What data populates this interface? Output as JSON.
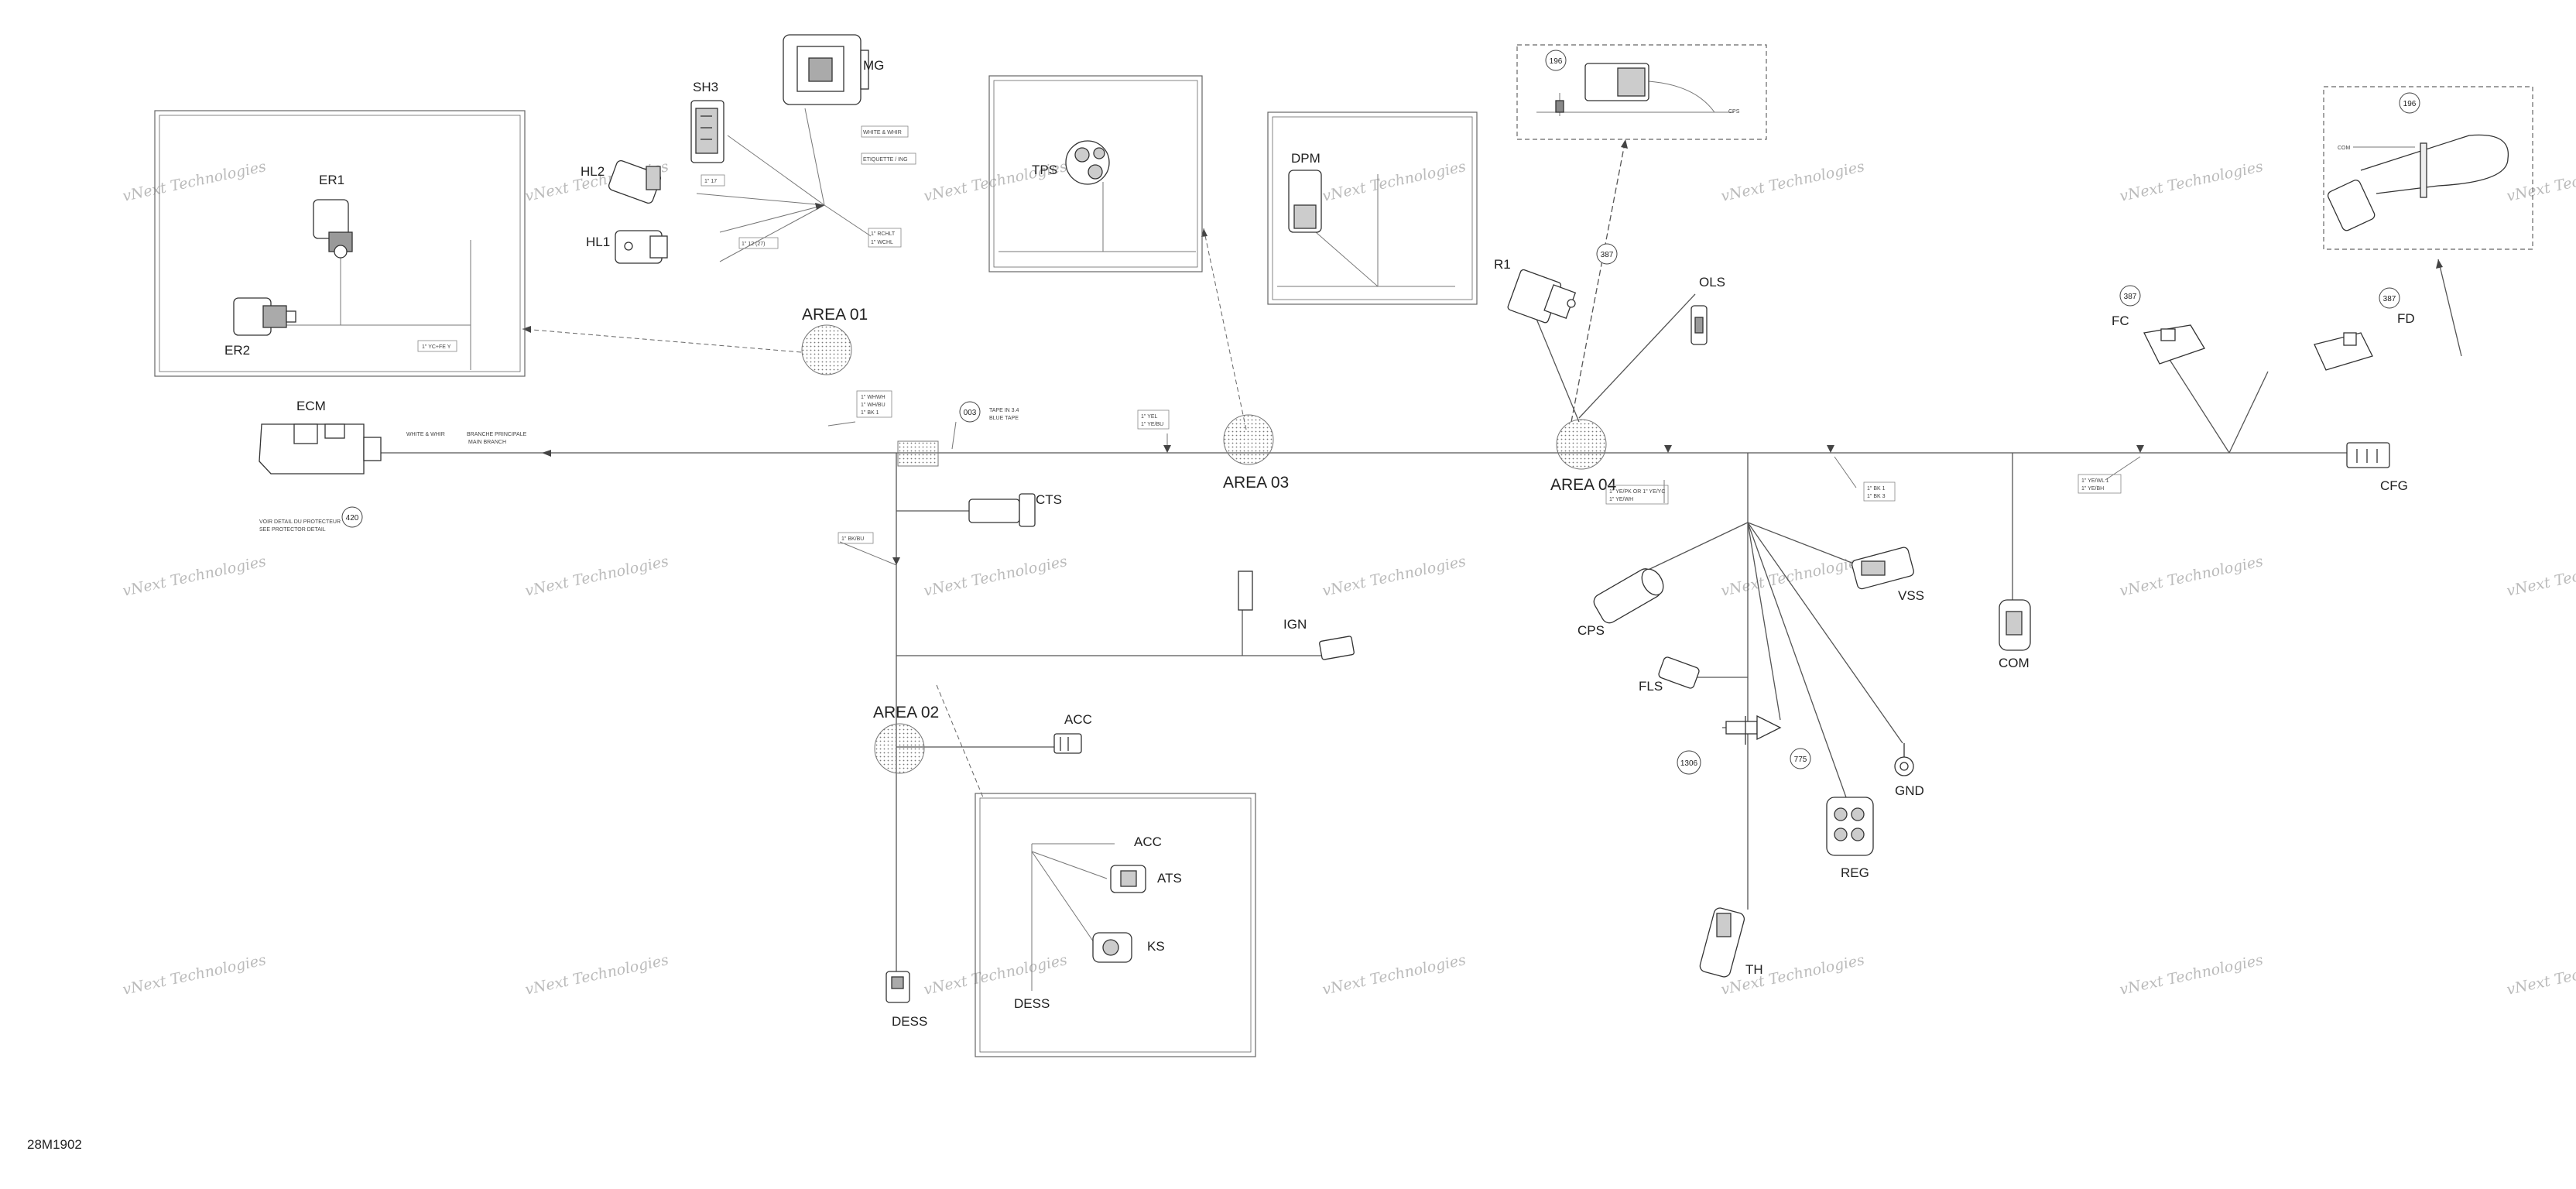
{
  "drawing_number": "28M1902",
  "watermark": "vNext Technologies",
  "areas": [
    "AREA 01",
    "AREA 02",
    "AREA 03",
    "AREA 04"
  ],
  "connectors": {
    "mg": "MG",
    "sh3": "SH3",
    "hl2": "HL2",
    "hl1": "HL1",
    "er1": "ER1",
    "er2": "ER2",
    "ecm": "ECM",
    "tps": "TPS",
    "dpm": "DPM",
    "cps_top": "CPS",
    "r1": "R1",
    "ols": "OLS",
    "fc": "FC",
    "fd": "FD",
    "cfg": "CFG",
    "cts": "CTS",
    "ign": "IGN",
    "acc": "ACC",
    "acc_detail": "ACC",
    "ats": "ATS",
    "ks": "KS",
    "dess": "DESS",
    "dess_detail": "DESS",
    "cps": "CPS",
    "vss": "VSS",
    "com": "COM",
    "com_detail": "COM",
    "fls": "FLS",
    "gnd": "GND",
    "reg": "REG",
    "th": "TH"
  },
  "bubbles": {
    "b196a": "196",
    "b196b": "196",
    "b387a": "387",
    "b387b": "387",
    "b387c": "387",
    "b420": "420",
    "b003": "003",
    "b1306": "1306",
    "b775": "775"
  },
  "notes": {
    "n_mg1": "WHITE & WHIR",
    "n_mg2": "ETIQUETTE / ING",
    "n_hl2": "1\" 17",
    "n_hl1": "1\" 12 (27)",
    "n_right1": "1\" RCHLT",
    "n_right2": "1\" WCHL",
    "n_er": "1\" YC+FE Y",
    "n_ecm1": "WHITE & WHIR",
    "n_ecm2": "BRANCHE PRINCIPALE",
    "n_ecm3": "MAIN BRANCH",
    "n_ecm4": "VOIR DETAIL DU PROTECTEUR",
    "n_ecm5": "SEE PROTECTOR DETAIL",
    "n_a01a": "1\" WHWH",
    "n_a01b": "1\" WH/BU",
    "n_a01c": "1\" BK 1",
    "n_003a": "TAPE IN 3.4",
    "n_003b": "BLUE TAPE",
    "n_a03a": "1\" YEL",
    "n_a03b": "1\" YE/BU",
    "n_cts": "1\" BK/BU",
    "n_a04a": "1\" YE/PK OR 1\" YE/YC",
    "n_a04b": "1\" YE/WH",
    "n_vss1": "1\" BK 1",
    "n_vss2": "1\" BK 3",
    "n_fd1": "1\" YE/WL 1",
    "n_fd2": "1\" YE/BH",
    "n_cps_detail": "CPS",
    "n_com_detail": "COM"
  }
}
